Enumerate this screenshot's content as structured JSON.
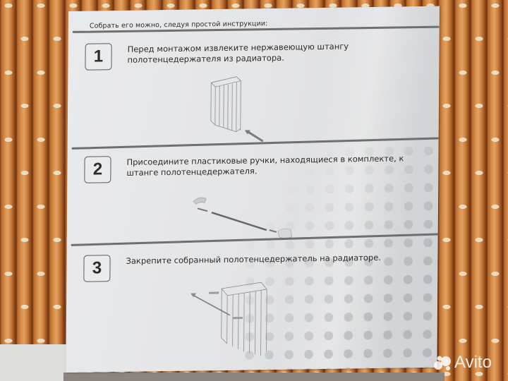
{
  "document": {
    "intro": "Собрать его можно, следуя простой инструкции:",
    "steps": [
      {
        "number": "1",
        "text": "Перед монтажом извлеките нержавеющую штангу полотенцедержателя из радиатора.",
        "illustration": "radiator-with-arrow-icon"
      },
      {
        "number": "2",
        "text": "Присоедините пластиковые ручки, находящиеся в комплекте, к штанге полотенцедержателя.",
        "illustration": "towel-bar-with-handles-icon"
      },
      {
        "number": "3",
        "text": "Закрепите собранный полотенцедержатель на радиаторе.",
        "illustration": "radiator-with-towel-bar-icon"
      }
    ]
  },
  "watermark": {
    "text": "Avito",
    "icon": "avito-dots-icon"
  },
  "colors": {
    "paper": "#e6e7e9",
    "text": "#2a2a2a",
    "rule": "#6e6f71",
    "mat": "#d8904a"
  }
}
